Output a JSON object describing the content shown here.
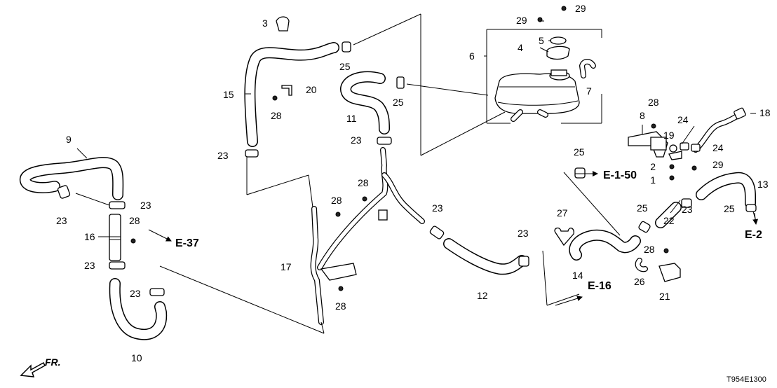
{
  "diagram": {
    "callouts": {
      "c1": "1",
      "c2": "2",
      "c3": "3",
      "c4": "4",
      "c5": "5",
      "c6": "6",
      "c7": "7",
      "c8": "8",
      "c9": "9",
      "c10": "10",
      "c11": "11",
      "c12": "12",
      "c13": "13",
      "c14": "14",
      "c15": "15",
      "c16": "16",
      "c17": "17",
      "c18": "18",
      "c19": "19",
      "c20": "20",
      "c21": "21",
      "c22": "22",
      "c23": "23",
      "c24": "24",
      "c25": "25",
      "c26": "26",
      "c27": "27",
      "c28": "28",
      "c29": "29"
    },
    "references": {
      "e1_50": "E-1-50",
      "e37": "E-37",
      "e16": "E-16",
      "e2": "E-2"
    },
    "direction_label": "FR.",
    "drawing_code": "T954E1300"
  }
}
